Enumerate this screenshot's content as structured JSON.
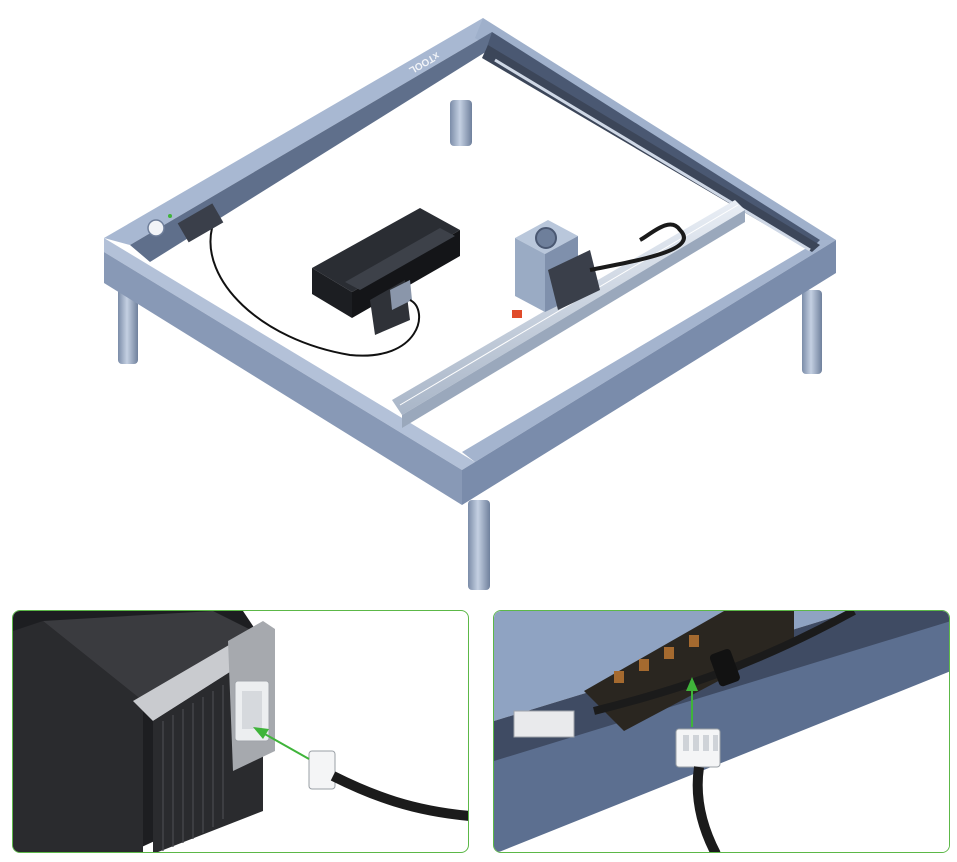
{
  "machine": {
    "brand_label": "xTOOL"
  },
  "colors": {
    "frame": "#8fa3c2",
    "frame_dark": "#6f84a5",
    "accent_green": "#3fb43a",
    "panel_border": "#5cb848",
    "motor_black": "#1f1f1f"
  },
  "panels": [
    {
      "name": "stepper-motor-connector-detail"
    },
    {
      "name": "mainboard-port-detail"
    }
  ]
}
